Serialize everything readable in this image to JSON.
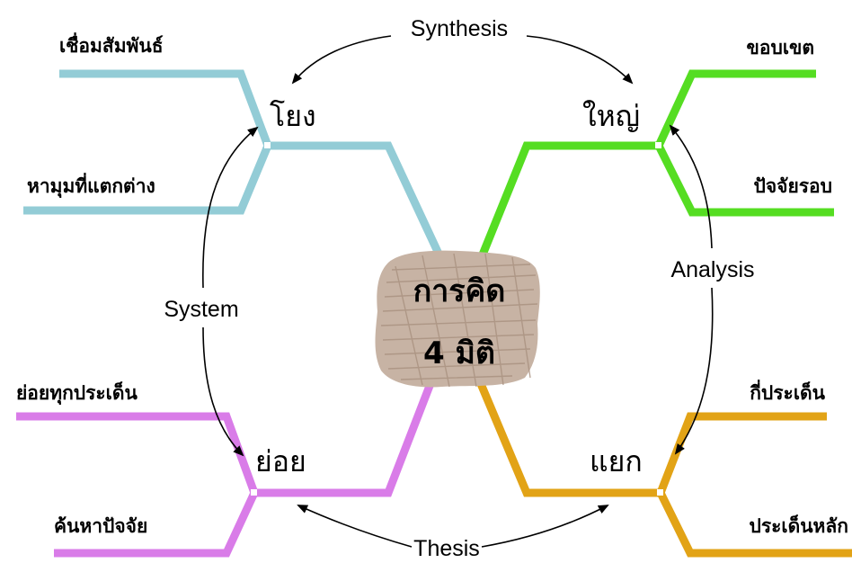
{
  "center": {
    "line1": "การคิด",
    "line2": "4 มิติ"
  },
  "cycle_labels": {
    "synthesis": "Synthesis",
    "analysis": "Analysis",
    "thesis": "Thesis",
    "system": "System"
  },
  "nodes": {
    "top_left": {
      "label": "โยง",
      "leaf_top": "เชื่อมสัมพันธ์",
      "leaf_bottom": "หามุมที่แตกต่าง",
      "color": "#93ccd6"
    },
    "top_right": {
      "label": "ใหญ่",
      "leaf_top": "ขอบเขต",
      "leaf_bottom": "ปัจจัยรอบ",
      "color": "#55dd22"
    },
    "bottom_left": {
      "label": "ย่อย",
      "leaf_top": "ย่อยทุกประเด็น",
      "leaf_bottom": "ค้นหาปัจจัย",
      "color": "#d97ce8"
    },
    "bottom_right": {
      "label": "แยก",
      "leaf_top": "กี่ประเด็น",
      "leaf_bottom": "ประเด็นหลัก",
      "color": "#e2a316"
    }
  },
  "colors": {
    "center_blob": "#c7b3a4",
    "center_blob_dark": "#a8907e",
    "arrows": "#000000"
  }
}
